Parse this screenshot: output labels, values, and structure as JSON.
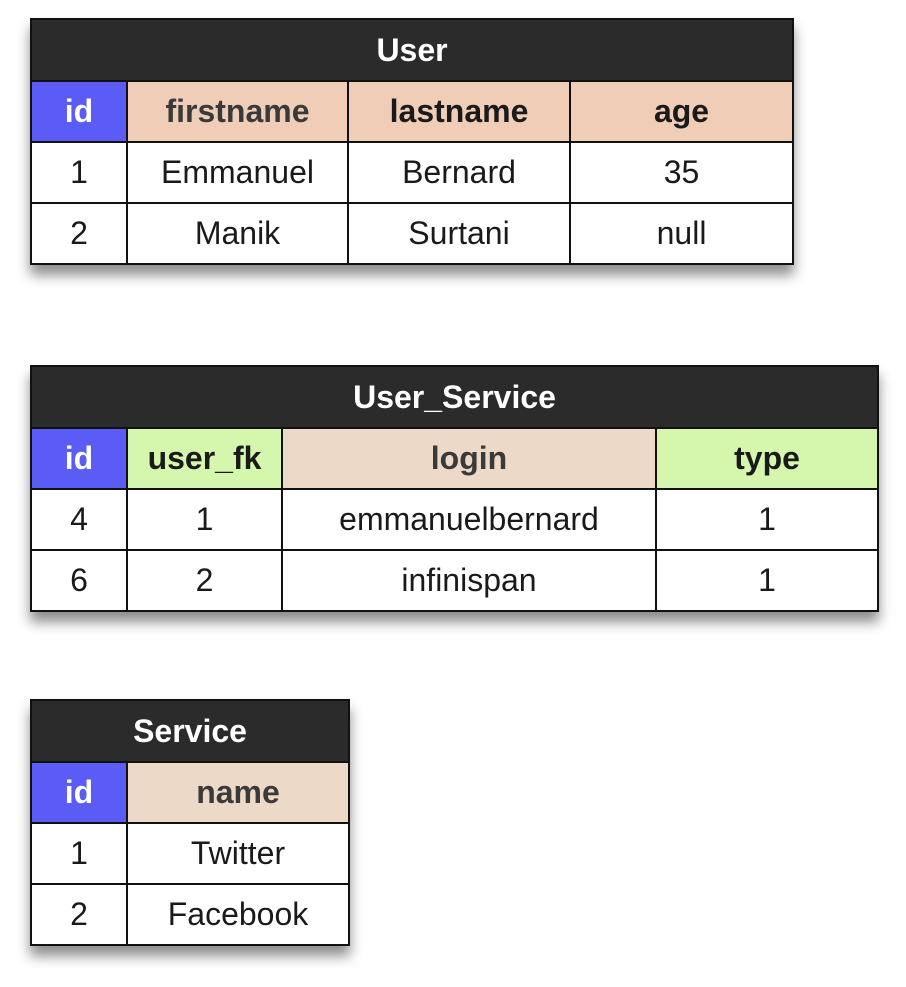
{
  "tables": [
    {
      "title": "User",
      "columns": [
        {
          "label": "id",
          "kind": "pk"
        },
        {
          "label": "firstname",
          "kind": "col"
        },
        {
          "label": "lastname",
          "kind": "col"
        },
        {
          "label": "age",
          "kind": "col"
        }
      ],
      "rows": [
        [
          "1",
          "Emmanuel",
          "Bernard",
          "35"
        ],
        [
          "2",
          "Manik",
          "Surtani",
          "null"
        ]
      ]
    },
    {
      "title": "User_Service",
      "columns": [
        {
          "label": "id",
          "kind": "pk"
        },
        {
          "label": "user_fk",
          "kind": "fk"
        },
        {
          "label": "login",
          "kind": "col"
        },
        {
          "label": "type",
          "kind": "fk"
        }
      ],
      "rows": [
        [
          "4",
          "1",
          "emmanuelbernard",
          "1"
        ],
        [
          "6",
          "2",
          "infinispan",
          "1"
        ]
      ]
    },
    {
      "title": "Service",
      "columns": [
        {
          "label": "id",
          "kind": "pk"
        },
        {
          "label": "name",
          "kind": "col"
        }
      ],
      "rows": [
        [
          "1",
          "Twitter"
        ],
        [
          "2",
          "Facebook"
        ]
      ]
    }
  ],
  "colors": {
    "title_bg": "#2b2b2b",
    "pk_header": "#5b5cf6",
    "column_header": "#f0cdb7",
    "fk_header": "#d4f6ad",
    "login_header": "#ecd9c8"
  }
}
